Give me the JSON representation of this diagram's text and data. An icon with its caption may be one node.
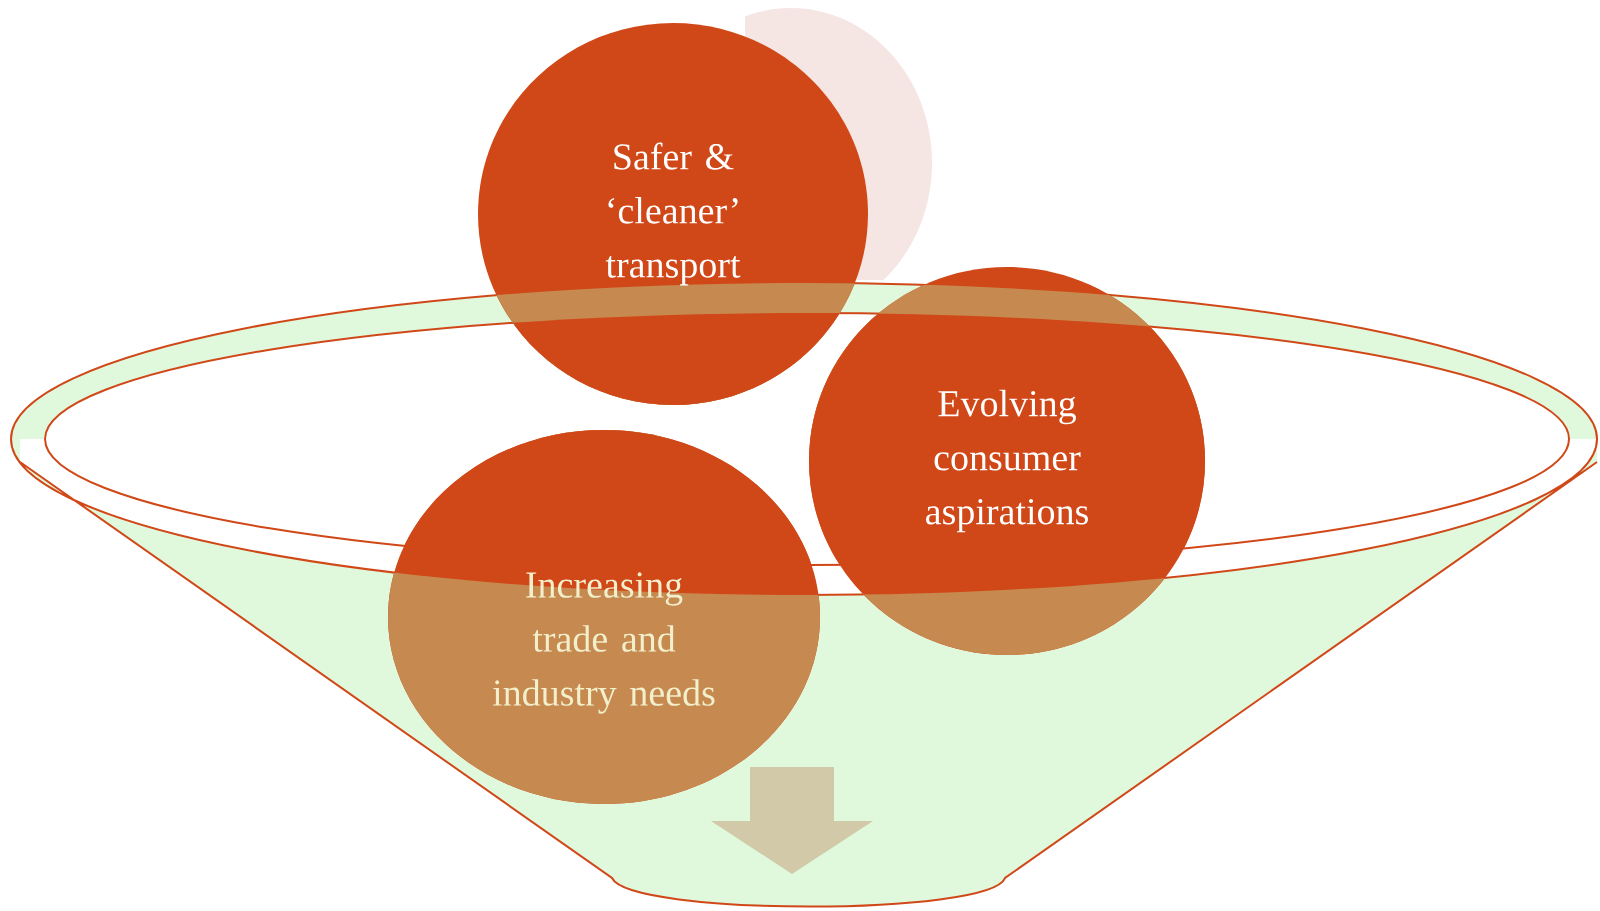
{
  "diagram": {
    "nodes": [
      {
        "text": [
          "Safer & ‘cleaner’ transport"
        ]
      },
      {
        "text": [
          "Evolving consumer aspirations"
        ]
      },
      {
        "text": [
          "Increasing trade and industry needs"
        ]
      },
      {
        "text": [],
        "shape": "circle"
      }
    ]
  }
}
